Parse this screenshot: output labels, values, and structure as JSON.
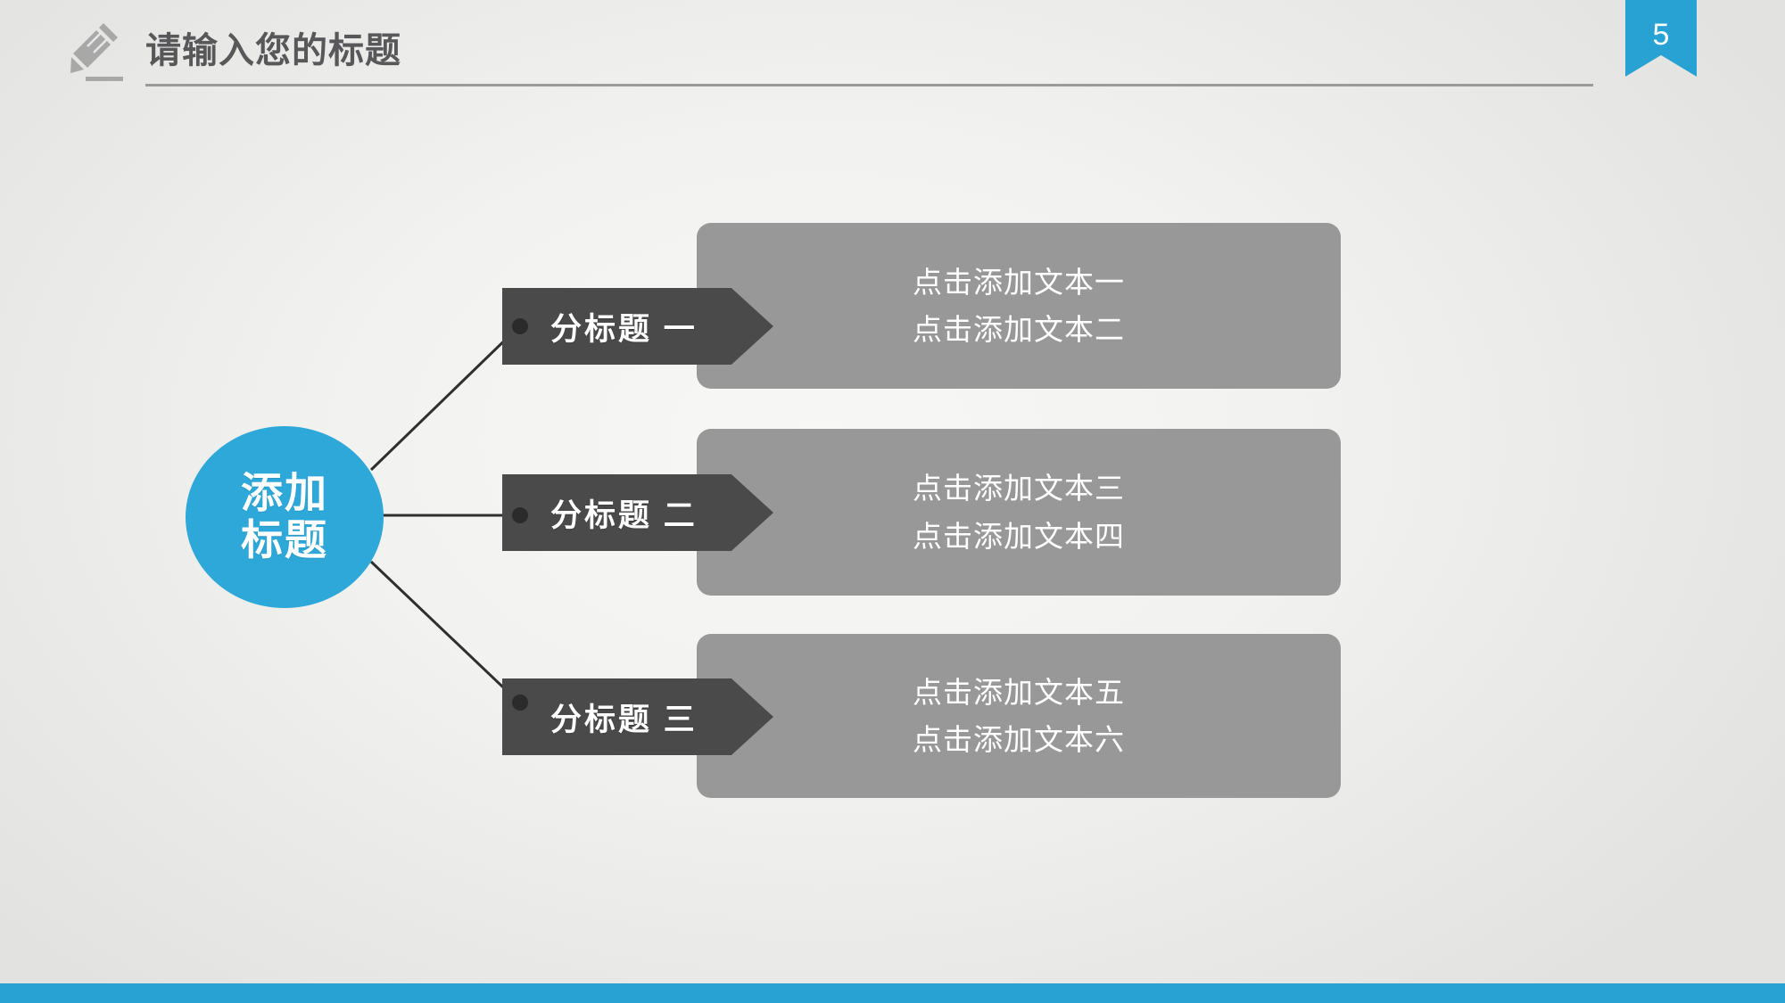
{
  "header": {
    "title": "请输入您的标题",
    "pencil_icon": "pencil-icon"
  },
  "page_badge": {
    "number": "5"
  },
  "center_node": {
    "line1": "添加",
    "line2": "标题"
  },
  "rows": [
    {
      "arrow_label": "分标题 一",
      "panel_line1": "点击添加文本一",
      "panel_line2": "点击添加文本二"
    },
    {
      "arrow_label": "分标题 二",
      "panel_line1": "点击添加文本三",
      "panel_line2": "点击添加文本四"
    },
    {
      "arrow_label": "分标题 三",
      "panel_line1": "点击添加文本五",
      "panel_line2": "点击添加文本六"
    }
  ],
  "colors": {
    "accent_blue": "#27a2d2",
    "node_blue": "#2da8d8",
    "arrow_dark": "#4a4a4a",
    "panel_gray": "#989898",
    "title_gray": "#58585a",
    "rule_gray": "#9a9a9a",
    "background_light": "#f2f2f0"
  }
}
